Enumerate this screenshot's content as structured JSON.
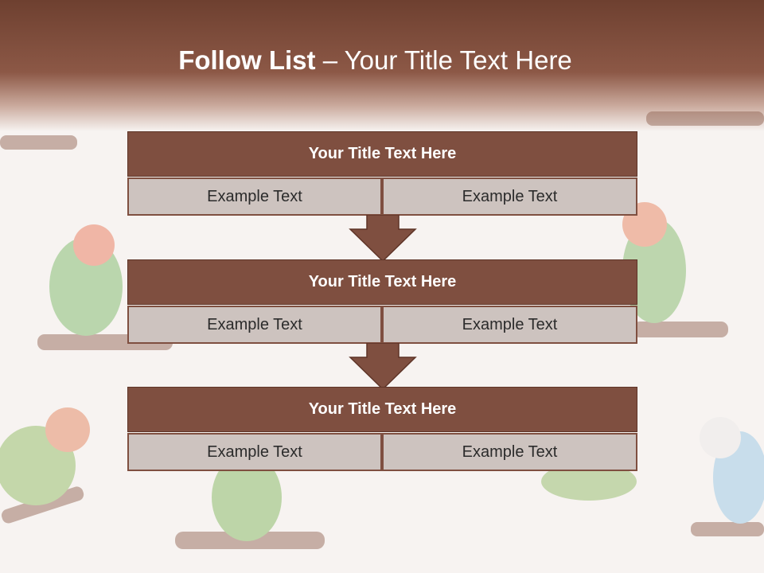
{
  "slide": {
    "title_bold": "Follow List",
    "title_rest": " – Your Title Text Here"
  },
  "steps": [
    {
      "title": "Your Title Text Here",
      "left": "Example Text",
      "right": "Example Text"
    },
    {
      "title": "Your Title Text Here",
      "left": "Example Text",
      "right": "Example Text"
    },
    {
      "title": "Your Title Text Here",
      "left": "Example Text",
      "right": "Example Text"
    }
  ],
  "colors": {
    "header": "#7f4f40",
    "cell": "#cdc3bf",
    "background": "#f7f3f1"
  }
}
